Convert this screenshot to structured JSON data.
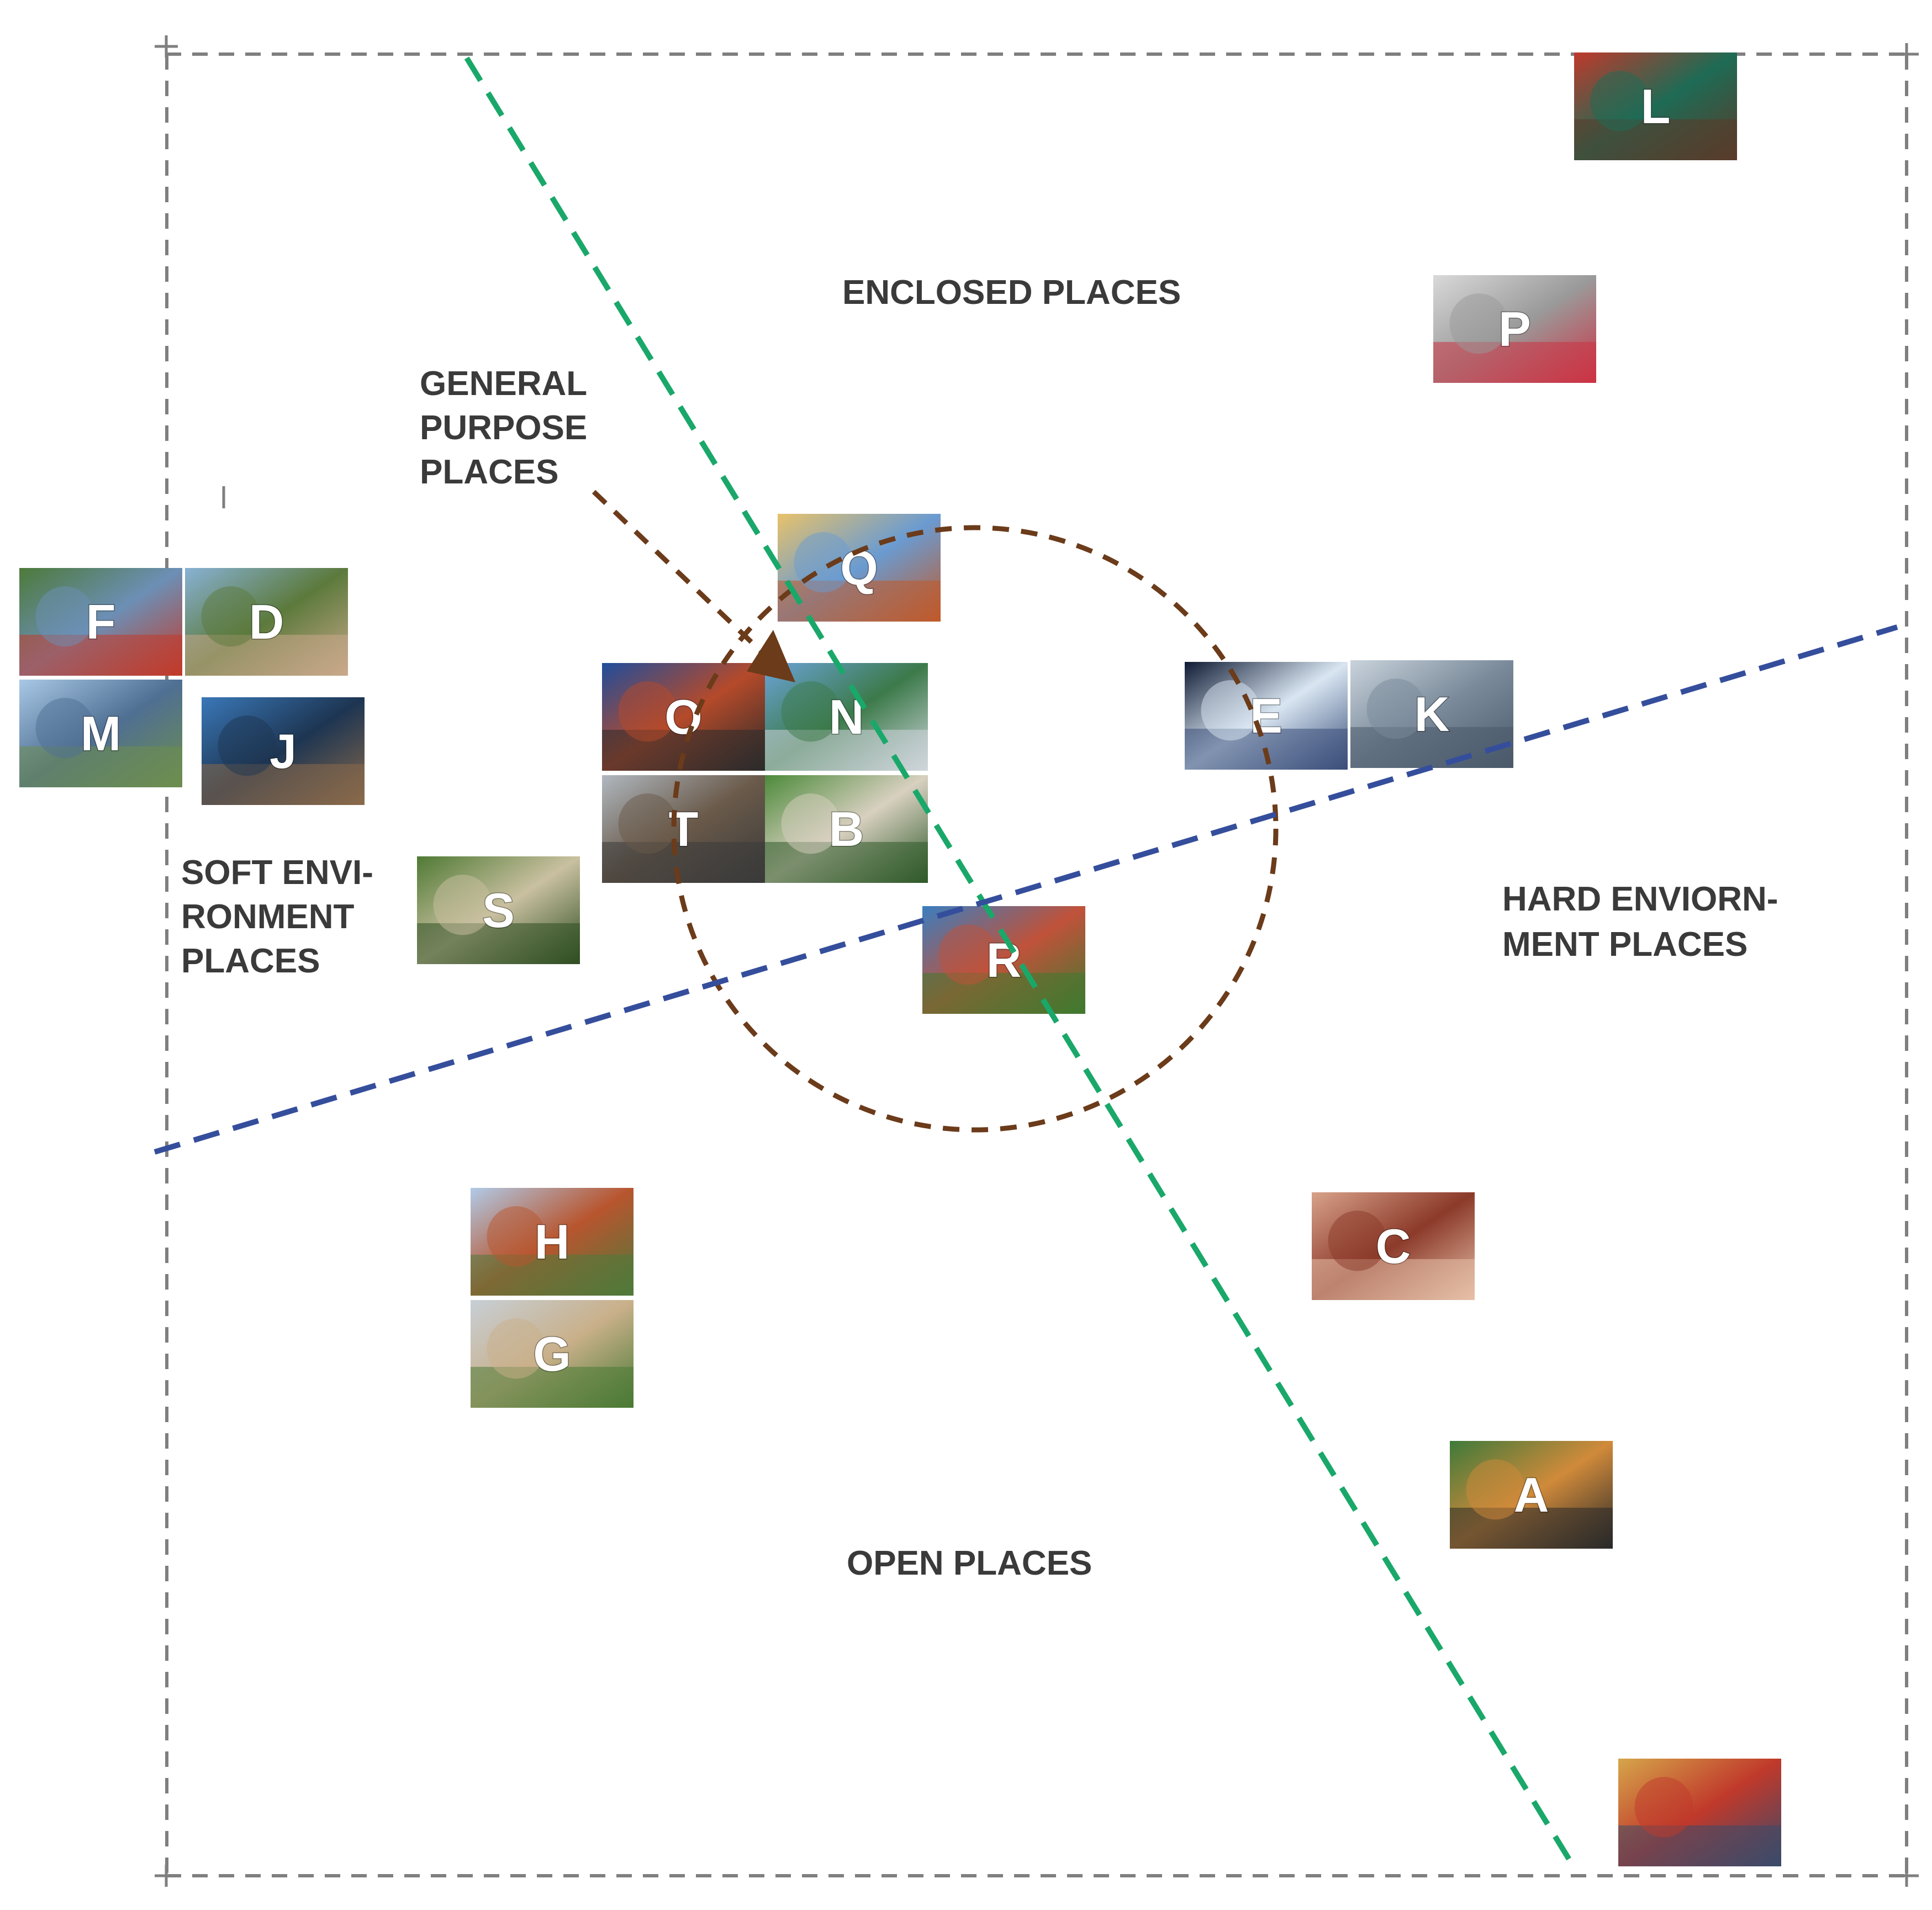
{
  "labels": {
    "enclosed": [
      "ENCLOSED PLACES"
    ],
    "general": [
      "GENERAL",
      "PURPOSE",
      "PLACES"
    ],
    "soft": [
      "SOFT ENVI-",
      "RONMENT",
      "PLACES"
    ],
    "hard": [
      "HARD ENVIORN-",
      "MENT PLACES"
    ],
    "open": [
      "OPEN PLACES"
    ]
  },
  "photos": [
    {
      "id": "L",
      "letter": "L",
      "colors": [
        "#c0392b",
        "#1e6b55",
        "#5a3b2a"
      ]
    },
    {
      "id": "P",
      "letter": "P",
      "colors": [
        "#d9d9d9",
        "#9a9a9a",
        "#cc3344"
      ]
    },
    {
      "id": "Q",
      "letter": "Q",
      "colors": [
        "#e8c26a",
        "#6a9bd1",
        "#c05a2a"
      ]
    },
    {
      "id": "F",
      "letter": "F",
      "colors": [
        "#4d7a3a",
        "#6c8fb5",
        "#c23a2a"
      ]
    },
    {
      "id": "D",
      "letter": "D",
      "colors": [
        "#88b2d6",
        "#5c7a3c",
        "#c9a88a"
      ]
    },
    {
      "id": "M",
      "letter": "M",
      "colors": [
        "#a9c8e6",
        "#4f6f93",
        "#6d8e4e"
      ]
    },
    {
      "id": "J",
      "letter": "J",
      "colors": [
        "#3a78b8",
        "#1d3552",
        "#8a6a4a"
      ]
    },
    {
      "id": "O",
      "letter": "O",
      "colors": [
        "#1f4d9c",
        "#b54a2a",
        "#2b2b2b"
      ]
    },
    {
      "id": "N",
      "letter": "N",
      "colors": [
        "#6aa3d8",
        "#3c7a4a",
        "#d0d6dc"
      ]
    },
    {
      "id": "T",
      "letter": "T",
      "colors": [
        "#b0b8c0",
        "#6a5a4a",
        "#3a3a3a"
      ]
    },
    {
      "id": "B",
      "letter": "B",
      "colors": [
        "#4c8a3a",
        "#d8d0c0",
        "#2f5a2a"
      ]
    },
    {
      "id": "E",
      "letter": "E",
      "colors": [
        "#0e1a33",
        "#d9e6f2",
        "#3a4f7a"
      ]
    },
    {
      "id": "K",
      "letter": "K",
      "colors": [
        "#c9d3dc",
        "#7a8a9a",
        "#4a5a6a"
      ]
    },
    {
      "id": "S",
      "letter": "S",
      "colors": [
        "#4f7a34",
        "#c9c0a0",
        "#2f4f22"
      ]
    },
    {
      "id": "R",
      "letter": "R",
      "colors": [
        "#3a7ec0",
        "#c0523a",
        "#3f7a2f"
      ]
    },
    {
      "id": "H",
      "letter": "H",
      "colors": [
        "#b0cbe8",
        "#b8552e",
        "#4e7a3a"
      ]
    },
    {
      "id": "G",
      "letter": "G",
      "colors": [
        "#c7cfd6",
        "#c9b08a",
        "#4a7a34"
      ]
    },
    {
      "id": "C",
      "letter": "C",
      "colors": [
        "#d8a28a",
        "#8c3a2a",
        "#e6c0a8"
      ]
    },
    {
      "id": "A",
      "letter": "A",
      "colors": [
        "#3e7a3a",
        "#d08a3a",
        "#2a2a2a"
      ]
    },
    {
      "id": "U",
      "letter": "",
      "colors": [
        "#d6a64a",
        "#c0392b",
        "#3b4a6a"
      ]
    }
  ],
  "lines": {
    "green_color": "#1aa86a",
    "blue_color": "#354e9c",
    "brown_color": "#6b3b1a",
    "border_color": "#7f7f7f"
  }
}
